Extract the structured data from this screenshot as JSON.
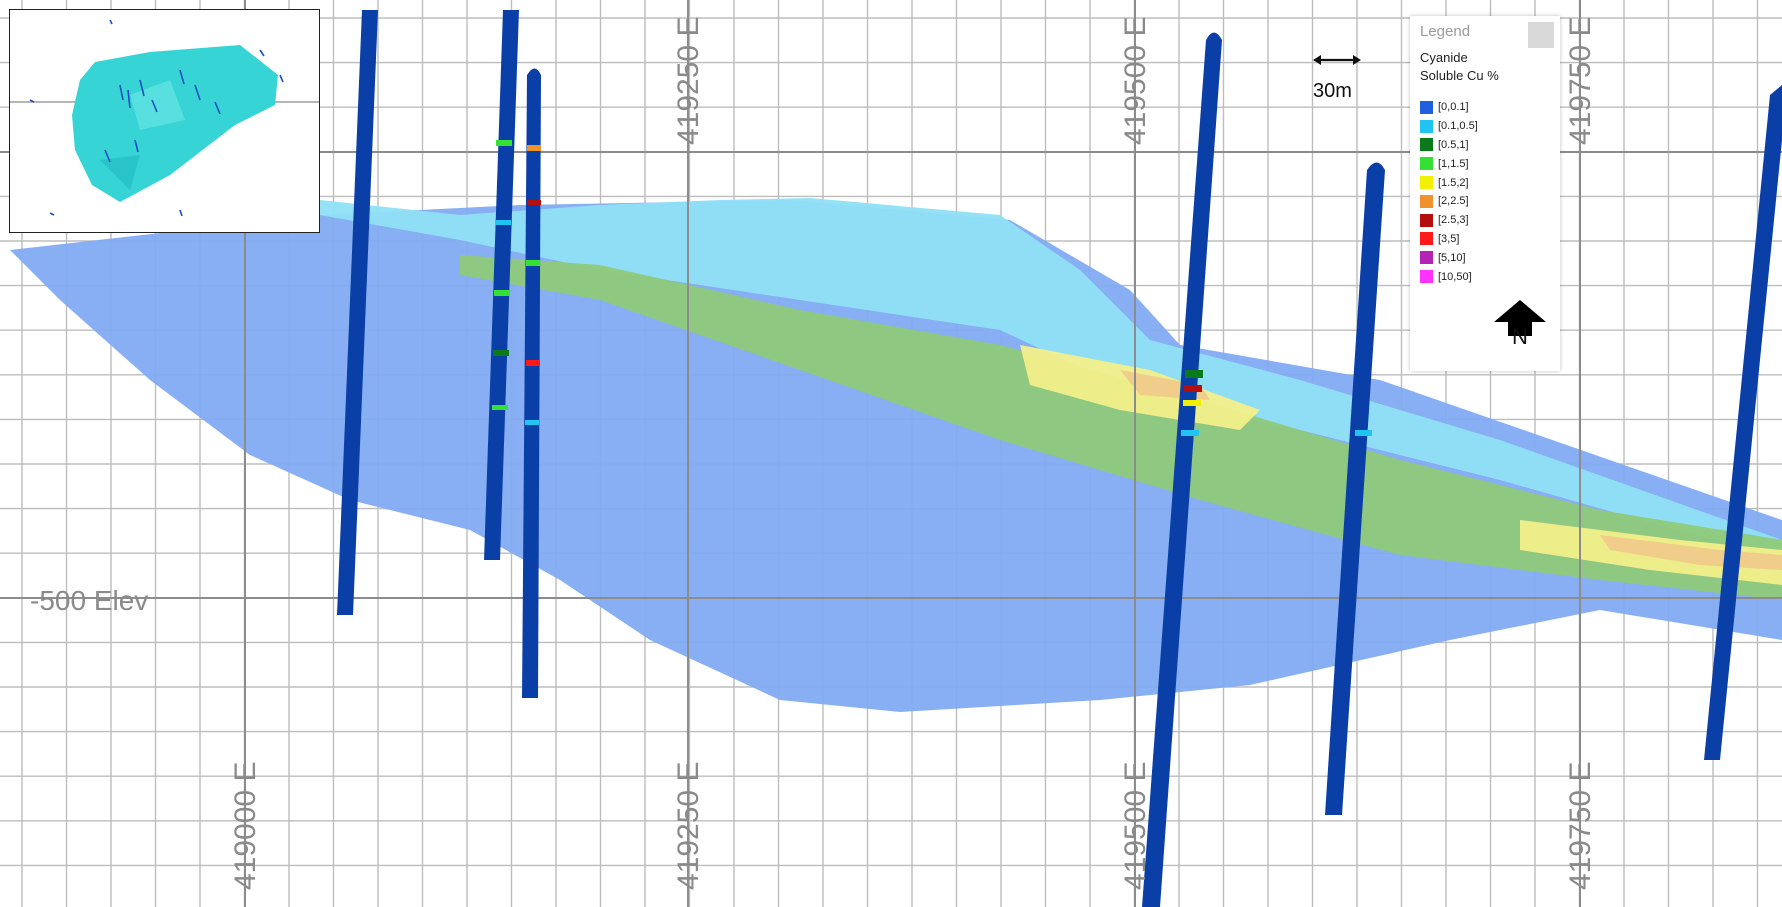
{
  "section": {
    "easting_labels": [
      "419000 E",
      "419250 E",
      "419500 E",
      "419750 E"
    ],
    "elevation_label": "-500 Elev"
  },
  "scale_bar": {
    "label": "30m"
  },
  "north_arrow": {
    "label": "N",
    "icon": "north-arrow-icon"
  },
  "legend": {
    "title": "Legend",
    "variable_line1": "Cyanide",
    "variable_line2": "Soluble Cu %",
    "items": [
      {
        "label": "[0,0.1]",
        "color": "#1f5fe0"
      },
      {
        "label": "[0.1,0.5]",
        "color": "#20c4f0"
      },
      {
        "label": "[0.5,1]",
        "color": "#0a7a1a"
      },
      {
        "label": "[1,1.5]",
        "color": "#35e035"
      },
      {
        "label": "[1.5,2]",
        "color": "#f0f000"
      },
      {
        "label": "[2,2.5]",
        "color": "#f0922c"
      },
      {
        "label": "[2.5,3]",
        "color": "#b30f0f"
      },
      {
        "label": "[3,5]",
        "color": "#ff1a1a"
      },
      {
        "label": "[5,10]",
        "color": "#b424b4"
      },
      {
        "label": "[10,50]",
        "color": "#ff33ff"
      }
    ]
  },
  "colors": {
    "outer_shell": "#82abf2",
    "oxide_zone": "#8fe0f6",
    "drillhole": "#0b3fa8",
    "mineral_green": "#8fc97a",
    "mineral_yellow": "#f2ef8a",
    "mineral_orange": "#f0c98a",
    "inset_body": "#36d4d4"
  }
}
